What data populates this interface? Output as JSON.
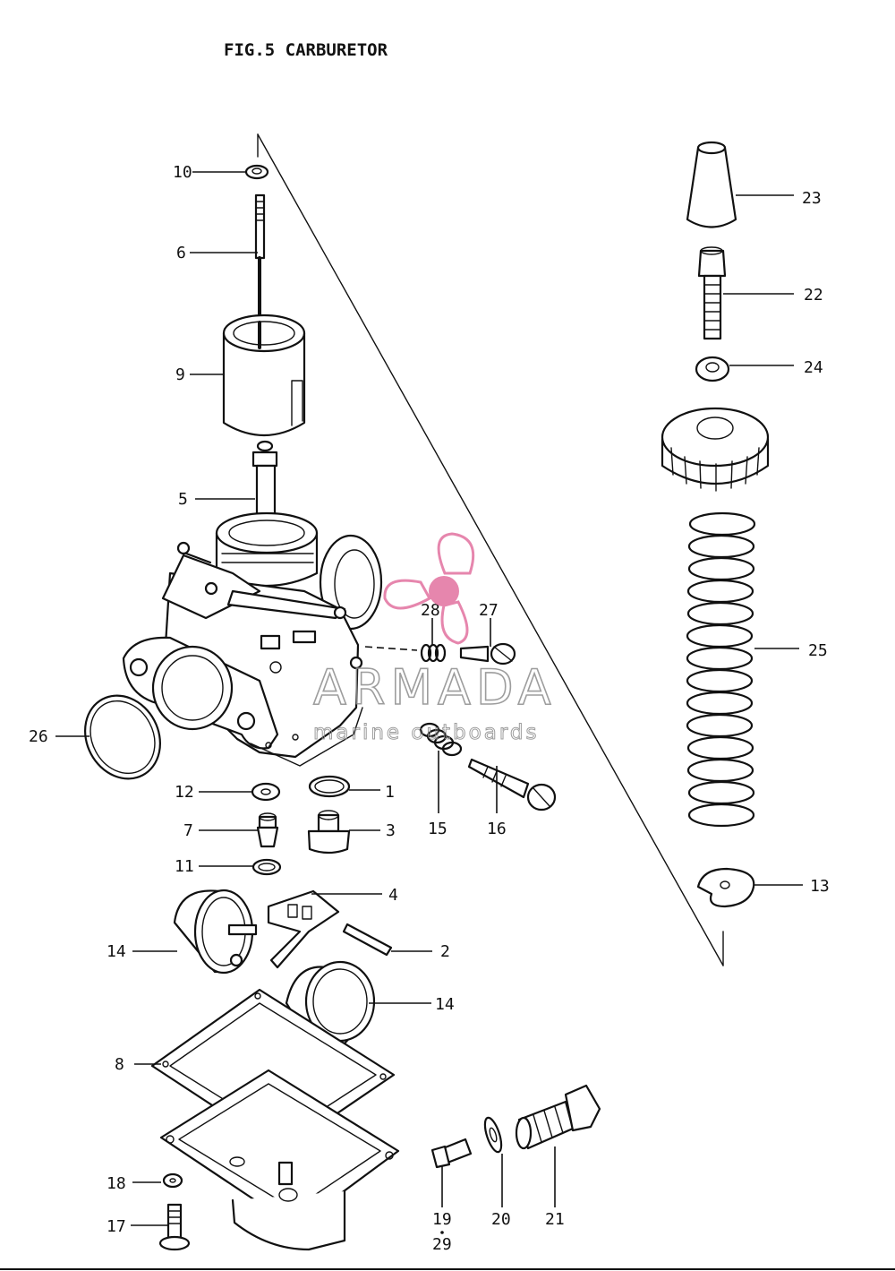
{
  "figure": {
    "title": "FIG.5 CARBURETOR"
  },
  "labels": [
    {
      "id": "p10",
      "text": "10"
    },
    {
      "id": "p6",
      "text": "6"
    },
    {
      "id": "p9",
      "text": "9"
    },
    {
      "id": "p5",
      "text": "5"
    },
    {
      "id": "p26",
      "text": "26"
    },
    {
      "id": "p28",
      "text": "28"
    },
    {
      "id": "p27",
      "text": "27"
    },
    {
      "id": "p12",
      "text": "12"
    },
    {
      "id": "p1",
      "text": "1"
    },
    {
      "id": "p7",
      "text": "7"
    },
    {
      "id": "p3",
      "text": "3"
    },
    {
      "id": "p11",
      "text": "11"
    },
    {
      "id": "p15",
      "text": "15"
    },
    {
      "id": "p16",
      "text": "16"
    },
    {
      "id": "p4",
      "text": "4"
    },
    {
      "id": "p14a",
      "text": "14"
    },
    {
      "id": "p2",
      "text": "2"
    },
    {
      "id": "p14b",
      "text": "14"
    },
    {
      "id": "p8",
      "text": "8"
    },
    {
      "id": "p18",
      "text": "18"
    },
    {
      "id": "p17",
      "text": "17"
    },
    {
      "id": "p19",
      "text": "19"
    },
    {
      "id": "p29",
      "text": "29"
    },
    {
      "id": "p20",
      "text": "20"
    },
    {
      "id": "p21",
      "text": "21"
    },
    {
      "id": "p23",
      "text": "23"
    },
    {
      "id": "p22",
      "text": "22"
    },
    {
      "id": "p24",
      "text": "24"
    },
    {
      "id": "p25",
      "text": "25"
    },
    {
      "id": "p13",
      "text": "13"
    }
  ],
  "watermark": {
    "brand": "ARMADA",
    "tagline": "marine outboards",
    "logo_color": "#e2719f",
    "text_color": "#8c8c8c"
  }
}
